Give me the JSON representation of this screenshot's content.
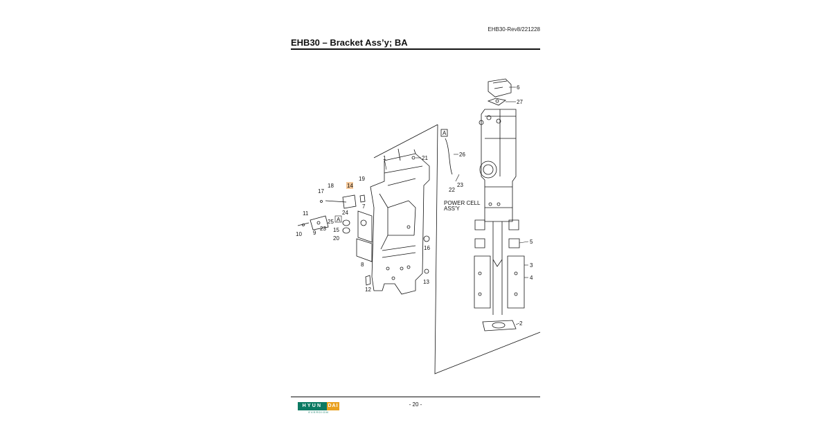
{
  "header": {
    "doc_code": "EHB30-Rev8/221228",
    "title": "EHB30 – Bracket Ass’y; BA"
  },
  "footer": {
    "page_number": "- 20 -",
    "logo_main": "HYUNDAI",
    "logo_main_left": "HYUN",
    "logo_main_right": "DAI",
    "logo_sub": "EVERDIGM"
  },
  "callouts": {
    "c1": "1",
    "c2": "2",
    "c3": "3",
    "c4": "4",
    "c5": "5",
    "c6": "6",
    "c7": "7",
    "c8": "8",
    "c9": "9",
    "c10": "10",
    "c11": "11",
    "c12": "12",
    "c13": "13",
    "c14": "14",
    "c15": "15",
    "c16": "16",
    "c17": "17",
    "c18": "18",
    "c19": "19",
    "c20": "20",
    "c21": "21",
    "c22": "22",
    "c23a": "23",
    "c23b": "23",
    "c24": "24",
    "c25": "25",
    "c26": "26",
    "c27": "27",
    "refA1": "A",
    "refA2": "A",
    "power_cell_1": "POWER CELL",
    "power_cell_2": "ASS'Y"
  },
  "colors": {
    "highlight": "#f6c99b",
    "logo_green": "#0d7a63",
    "logo_orange": "#e9a11f"
  }
}
